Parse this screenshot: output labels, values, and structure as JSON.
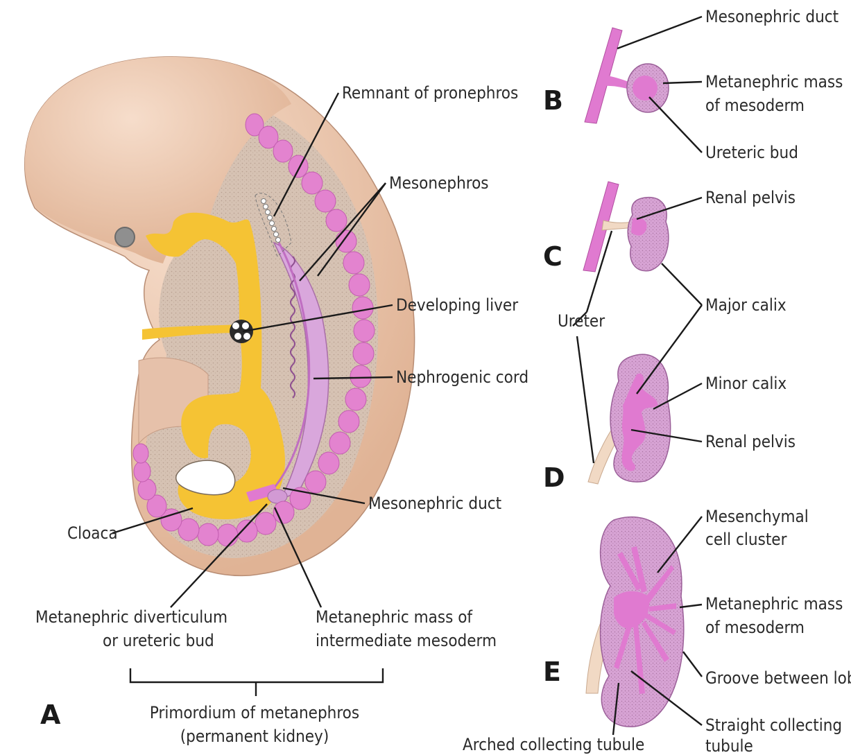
{
  "panels": {
    "a": "A",
    "b": "B",
    "c": "C",
    "d": "D",
    "e": "E"
  },
  "labels_a": {
    "remnant_pronephros": "Remnant of pronephros",
    "mesonephros": "Mesonephros",
    "developing_liver": "Developing liver",
    "nephrogenic_cord": "Nephrogenic cord",
    "mesonephric_duct": "Mesonephric duct",
    "cloaca": "Cloaca",
    "metanephric_diverticulum": [
      "Metanephric diverticulum",
      "or ureteric bud"
    ],
    "metanephric_mass": [
      "Metanephric mass of",
      "intermediate mesoderm"
    ],
    "primordium": [
      "Primordium of metanephros",
      "(permanent kidney)"
    ]
  },
  "labels_b": {
    "mesonephric_duct": "Mesonephric duct",
    "metanephric_mass": [
      "Metanephric mass",
      "of mesoderm"
    ],
    "ureteric_bud": "Ureteric bud"
  },
  "labels_c": {
    "renal_pelvis": "Renal pelvis",
    "ureter": "Ureter",
    "major_calix": "Major calix"
  },
  "labels_d": {
    "minor_calix": "Minor calix",
    "renal_pelvis": "Renal pelvis"
  },
  "labels_e": {
    "mesenchymal_cluster": [
      "Mesenchymal",
      "cell cluster"
    ],
    "metanephric_mass": [
      "Metanephric mass",
      "of mesoderm"
    ],
    "groove": "Groove between lobes",
    "straight_tubule": [
      "Straight collecting",
      "tubule"
    ],
    "arched_tubule": "Arched collecting tubule"
  },
  "colors": {
    "embryo_skin": "#e9c2a8",
    "embryo_inner": "#d3bfb0",
    "gut_yellow": "#f5c334",
    "somite_pink": "#e383cf",
    "duct_pink": "#e07ad0",
    "kidney_pink": "#dba0d8",
    "ureter_beige": "#f1d9c4"
  }
}
